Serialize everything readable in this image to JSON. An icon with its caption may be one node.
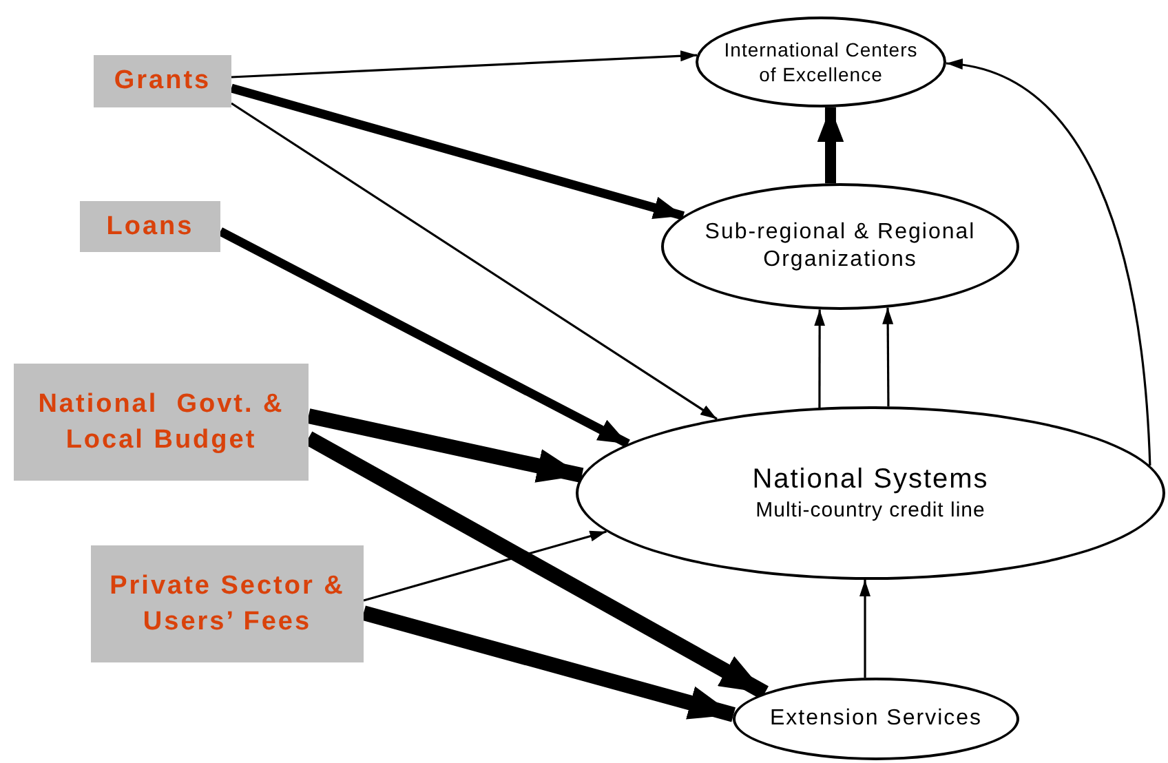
{
  "diagram": {
    "nodes": [
      {
        "text": [
          "Grants"
        ]
      },
      {
        "text": [
          "Loans"
        ]
      },
      {
        "text": [
          "National  Govt. & Local Budget"
        ]
      },
      {
        "text": [
          "Private Sector & Users’ Fees"
        ]
      },
      {
        "text": [
          "International Centers of Excellence"
        ]
      },
      {
        "text": [
          "Sub-regional & Regional Organizations"
        ]
      },
      {
        "text": [
          "National Systems",
          "Multi-country credit line"
        ]
      },
      {
        "text": [
          "Extension Services"
        ]
      }
    ],
    "edges": [
      {
        "from": 0,
        "to": 4,
        "arrow": "to"
      },
      {
        "from": 0,
        "to": 5,
        "arrow": "to",
        "style": "thick"
      },
      {
        "from": 0,
        "to": 6,
        "arrow": "to"
      },
      {
        "from": 1,
        "to": 6,
        "arrow": "to",
        "style": "thick"
      },
      {
        "from": 2,
        "to": 6,
        "arrow": "to",
        "style": "thick"
      },
      {
        "from": 2,
        "to": 7,
        "arrow": "to",
        "style": "thick"
      },
      {
        "from": 3,
        "to": 6,
        "arrow": "to"
      },
      {
        "from": 3,
        "to": 7,
        "arrow": "to",
        "style": "thick"
      },
      {
        "from": 5,
        "to": 4,
        "arrow": "to",
        "style": "thick"
      },
      {
        "from": 6,
        "to": 5,
        "arrow": "to"
      },
      {
        "from": 6,
        "to": 5,
        "arrow": "to"
      },
      {
        "from": 7,
        "to": 6,
        "arrow": "to"
      },
      {
        "from": 6,
        "to": 4,
        "arrow": "to"
      }
    ]
  }
}
